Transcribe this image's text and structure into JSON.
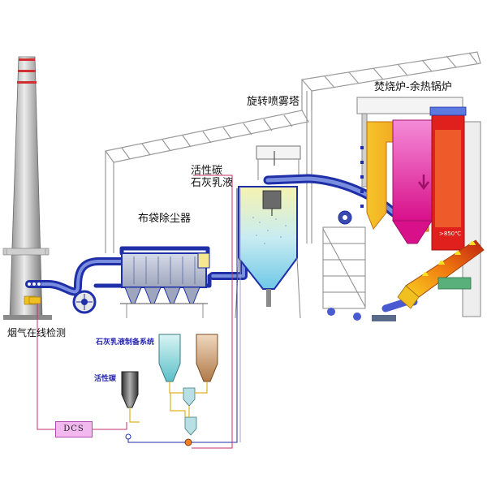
{
  "labels": {
    "furnace_boiler": "焚烧炉-余热锅炉",
    "spray_tower": "旋转喷雾塔",
    "activated_carbon_lime": "活性碳\n石灰乳液",
    "activated_carbon_line1": "活性碳",
    "activated_carbon_line2": "石灰乳液",
    "bag_filter": "布袋除尘器",
    "flue_gas_monitor": "烟气在线检测",
    "lime_prep_system": "石灰乳液制备系统",
    "activated_carbon_small": "活性碳",
    "dcs": "DCS",
    "temperature": ">850℃"
  },
  "colors": {
    "flue_duct": "#1e2fa8",
    "signal_line": "#c0306a",
    "building_frame": "#9a9a9a",
    "boiler_orange": "#f0a020",
    "boiler_magenta": "#e0189a",
    "dcs_box": "#f2b8ef"
  }
}
